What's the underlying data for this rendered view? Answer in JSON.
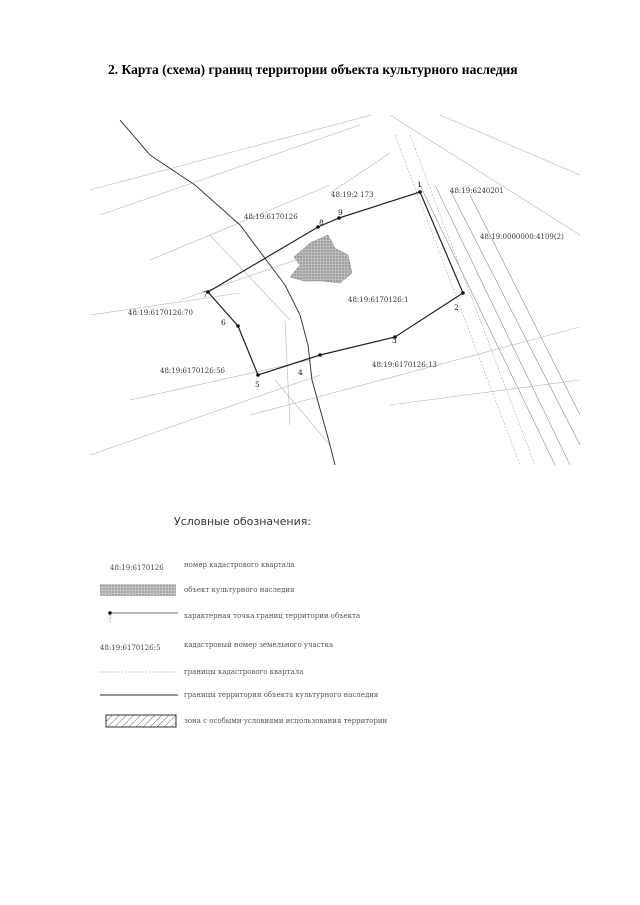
{
  "title": "2.  Карта (схема) границ территории объекта культурного наследия",
  "map": {
    "parcel_labels": [
      "48:19:2 173",
      "48:19:6170126",
      "48:19:6240201",
      "48:19:0000000:4109(2)",
      "48:19:6170126:1",
      "48:19:6170126:70",
      "48:19:6170126:56",
      "48:19:6170126:13"
    ],
    "point_labels": [
      "1",
      "2",
      "3",
      "4",
      "5",
      "6",
      "7",
      "8",
      "9"
    ]
  },
  "legend": {
    "title": "Условные обозначения:",
    "items": [
      {
        "symbol_text": "48:19:6170126",
        "description": "номер кадастрового квартала"
      },
      {
        "symbol_text": "",
        "description": "объект культурного наследия"
      },
      {
        "symbol_text": "",
        "description": "характерная точка границ территории объекта"
      },
      {
        "symbol_text": "48:19:6170126:5",
        "description": "кадастровый номер земельного участка"
      },
      {
        "symbol_text": "",
        "description": "границы кадастрового квартала"
      },
      {
        "symbol_text": "",
        "description": "границы территории объекта культурного наследия"
      },
      {
        "symbol_text": "",
        "description": "зона с особыми условиями использования территории"
      }
    ]
  }
}
